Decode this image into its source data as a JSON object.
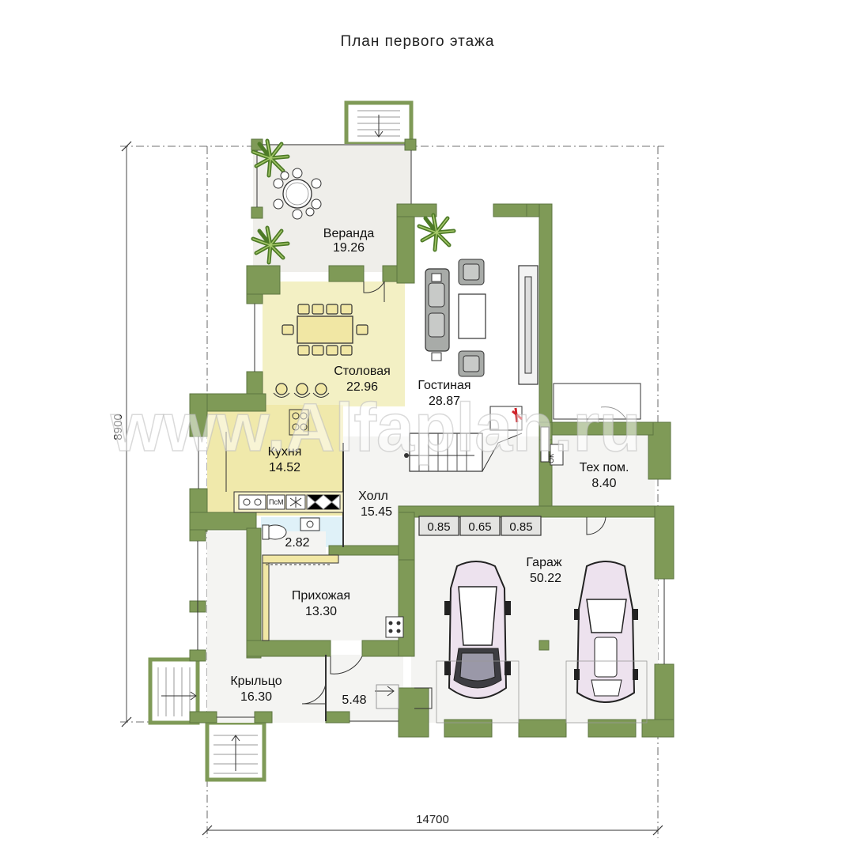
{
  "title": "План первого этажа",
  "dimensions": {
    "width": "14700",
    "height": "8900"
  },
  "rooms": {
    "veranda": {
      "name": "Веранда",
      "area": "19.26"
    },
    "dining": {
      "name": "Столовая",
      "area": "22.96"
    },
    "living": {
      "name": "Гостиная",
      "area": "28.87"
    },
    "kitchen": {
      "name": "Кухня",
      "area": "14.52"
    },
    "hall": {
      "name": "Холл",
      "area": "15.45"
    },
    "tech": {
      "name": "Тех пом.",
      "area": "8.40"
    },
    "bath": {
      "name": "",
      "area": "2.82"
    },
    "entry": {
      "name": "Прихожая",
      "area": "13.30"
    },
    "garage": {
      "name": "Гараж",
      "area": "50.22"
    },
    "porch": {
      "name": "Крыльцо",
      "area": "16.30"
    },
    "vestibule": {
      "name": "",
      "area": "5.48"
    }
  },
  "closets": [
    "0.85",
    "0.65",
    "0.85"
  ],
  "appliance_labels": {
    "dishwasher": "ПсМ",
    "boiler": "ОК"
  },
  "watermark": "www.Alfaplan.ru",
  "colors": {
    "wall": "#7f9a57",
    "wall_dark": "#5d7540",
    "veranda_floor": "#efeeea",
    "dining_floor": "#f3f0c4",
    "kitchen_floor": "#f0e9ab",
    "living_floor": "#ffffff",
    "bath_floor": "#dff1f8",
    "room_floor": "#f4f4f2",
    "car_body": "#ede2ee"
  }
}
